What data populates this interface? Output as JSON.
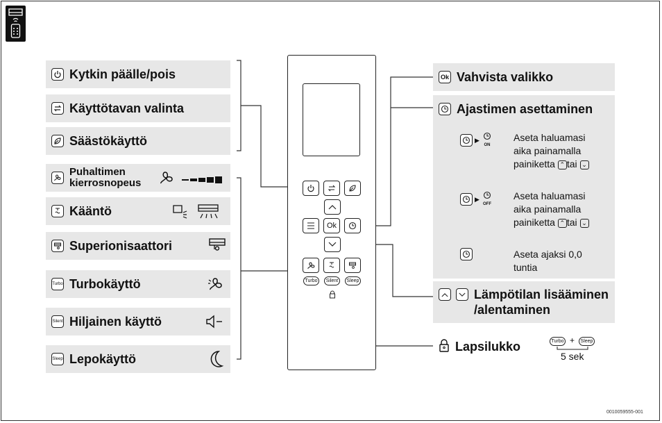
{
  "left_items": [
    {
      "label": "Kytkin päälle/pois",
      "icon": "power-icon"
    },
    {
      "label": "Käyttötavan valinta",
      "icon": "mode-icon"
    },
    {
      "label": "Säästökäyttö",
      "icon": "leaf-icon"
    },
    {
      "label": "Puhaltimen kierrosnopeus",
      "icon": "fan-icon"
    },
    {
      "label": "Kääntö",
      "icon": "swing-icon"
    },
    {
      "label": "Superionisaattori",
      "icon": "ionizer-icon"
    },
    {
      "label": "Turbokäyttö",
      "icon": "turbo-icon",
      "icon_text": "Turbo"
    },
    {
      "label": "Hiljainen käyttö",
      "icon": "silent-icon",
      "icon_text": "Silent"
    },
    {
      "label": "Lepokäyttö",
      "icon": "sleep-icon",
      "icon_text": "Sleep"
    }
  ],
  "right": {
    "ok": {
      "label": "Vahvista valikko",
      "icon_text": "Ok"
    },
    "timer": {
      "label": "Ajastimen asettaminen"
    },
    "timer_steps": [
      {
        "sub_icon": "timer-on-icon",
        "sub_text": "ON",
        "text1": "Aseta haluamasi",
        "text2": "aika painamalla",
        "text3": "painiketta",
        "text_or": "tai"
      },
      {
        "sub_icon": "timer-off-icon",
        "sub_text": "OFF",
        "text1": "Aseta haluamasi",
        "text2": "aika painamalla",
        "text3": "painiketta",
        "text_or": "tai"
      },
      {
        "text1": "Aseta ajaksi 0,0",
        "text2": "tuntia"
      }
    ],
    "temp": {
      "label1": "Lämpötilan lisääminen",
      "label2": "/alentaminen"
    },
    "lock": {
      "label": "Lapsilukko",
      "combo_a": "Turbo",
      "combo_plus": "+",
      "combo_b": "Sleep",
      "duration": "5 sek"
    }
  },
  "remote": {
    "ok_text": "Ok",
    "turbo": "Turbo",
    "silent": "Silent",
    "sleep": "Sleep"
  },
  "doc_id": "0010059555-001"
}
